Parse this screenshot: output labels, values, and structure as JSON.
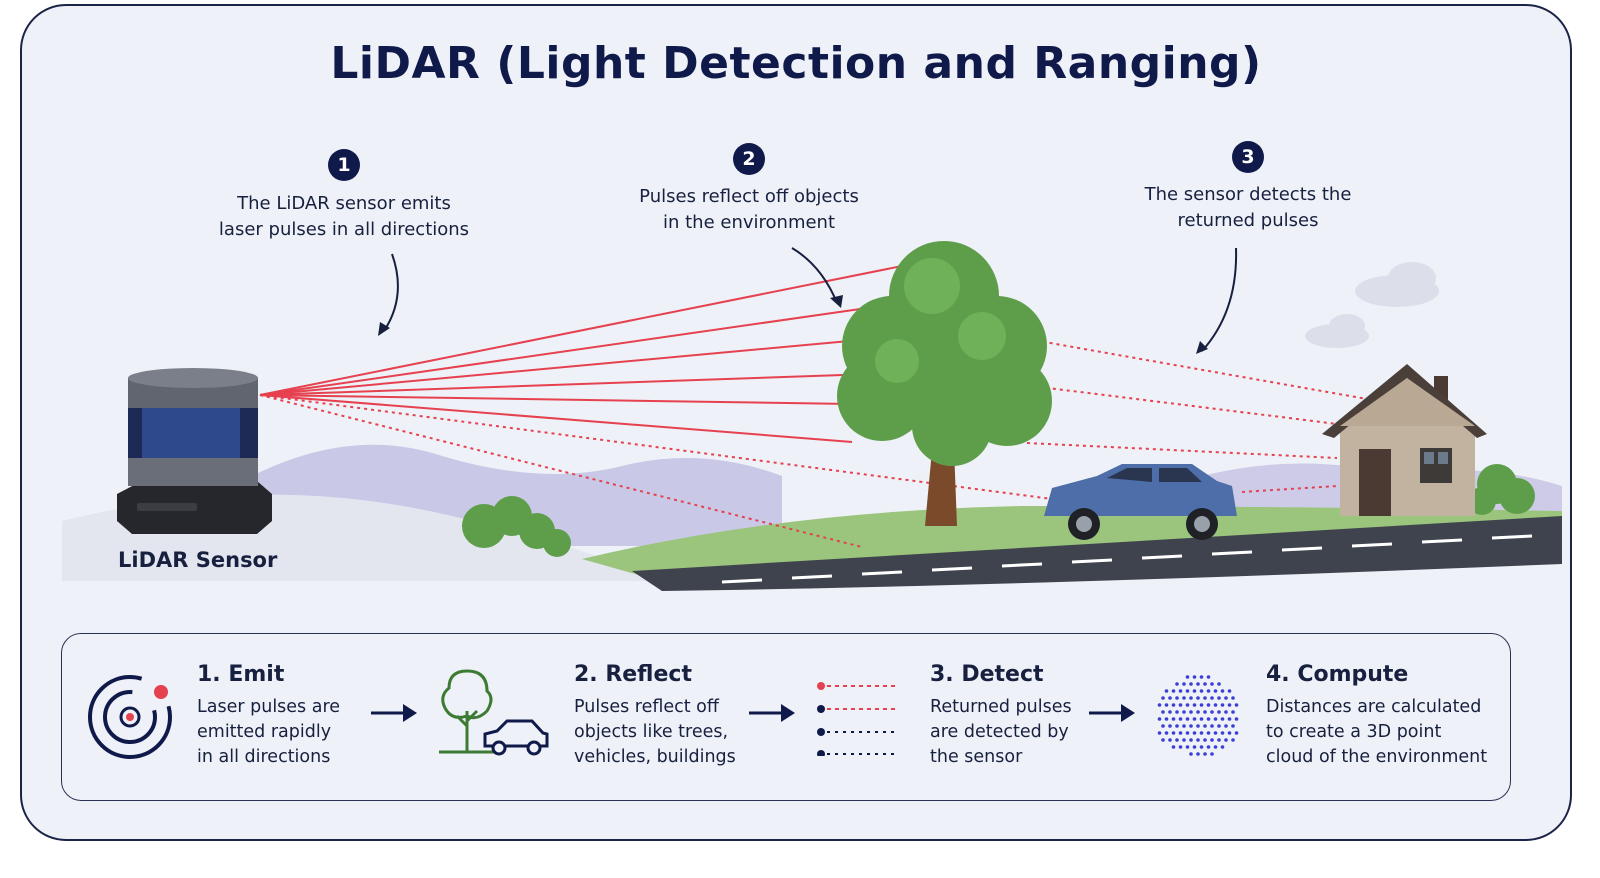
{
  "title": "LiDAR (Light Detection and Ranging)",
  "callouts": [
    {
      "number": "1",
      "text_line1": "The LiDAR sensor emits",
      "text_line2": "laser pulses in all directions"
    },
    {
      "number": "2",
      "text_line1": "Pulses reflect off objects",
      "text_line2": "in the environment"
    },
    {
      "number": "3",
      "text_line1": "The sensor detects the",
      "text_line2": "returned pulses"
    }
  ],
  "sensor_label": "LiDAR Sensor",
  "steps": [
    {
      "heading": "1. Emit",
      "line1": "Laser pulses are",
      "line2": "emitted rapidly",
      "line3": "in all directions",
      "icon": "emit-target-icon"
    },
    {
      "heading": "2. Reflect",
      "line1": "Pulses reflect off",
      "line2": "objects like trees,",
      "line3": "vehicles, buildings",
      "icon": "tree-car-icon"
    },
    {
      "heading": "3. Detect",
      "line1": "Returned pulses",
      "line2": "are detected by",
      "line3": "the sensor",
      "icon": "pulse-lines-icon"
    },
    {
      "heading": "4. Compute",
      "line1": "Distances are calculated",
      "line2": "to create a 3D point",
      "line3": "cloud of the environment",
      "icon": "point-cloud-icon"
    }
  ],
  "colors": {
    "navy": "#101a4a",
    "laser": "#e6414f",
    "tree": "#5e9e4a",
    "car": "#4d6ea8",
    "house": "#c2b3a1",
    "road": "#3f434d",
    "background": "#eef1f7",
    "cloud_points": "#3b3fd6"
  }
}
